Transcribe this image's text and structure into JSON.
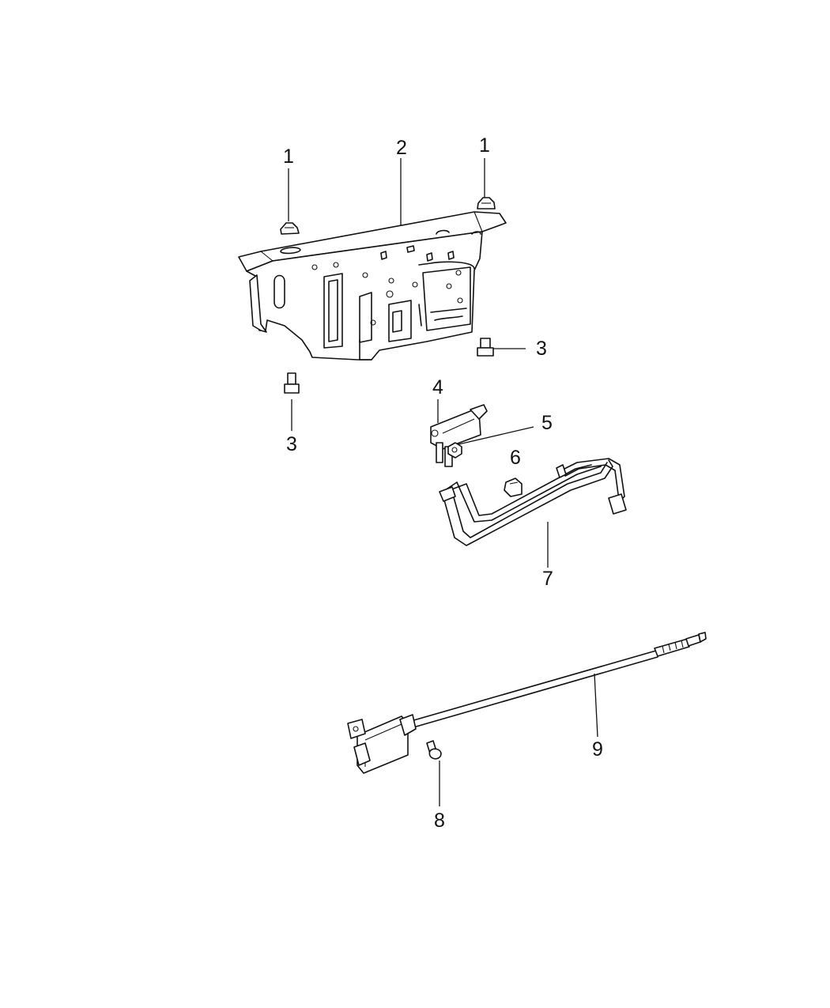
{
  "diagram": {
    "callouts": [
      "1",
      "2",
      "1",
      "3",
      "3",
      "4",
      "5",
      "6",
      "7",
      "9",
      "8"
    ]
  },
  "colors": {
    "line": "#111111",
    "background": "#ffffff"
  }
}
